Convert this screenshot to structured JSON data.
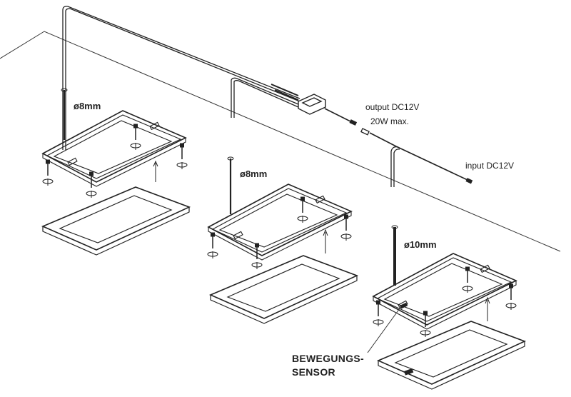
{
  "labels": {
    "drill_1": "ø8mm",
    "drill_2": "ø8mm",
    "drill_3": "ø10mm",
    "output": "output DC12V",
    "output_power": "20W max.",
    "input": "input DC12V",
    "sensor_line1": "BEWEGUNGS-",
    "sensor_line2": "SENSOR"
  }
}
